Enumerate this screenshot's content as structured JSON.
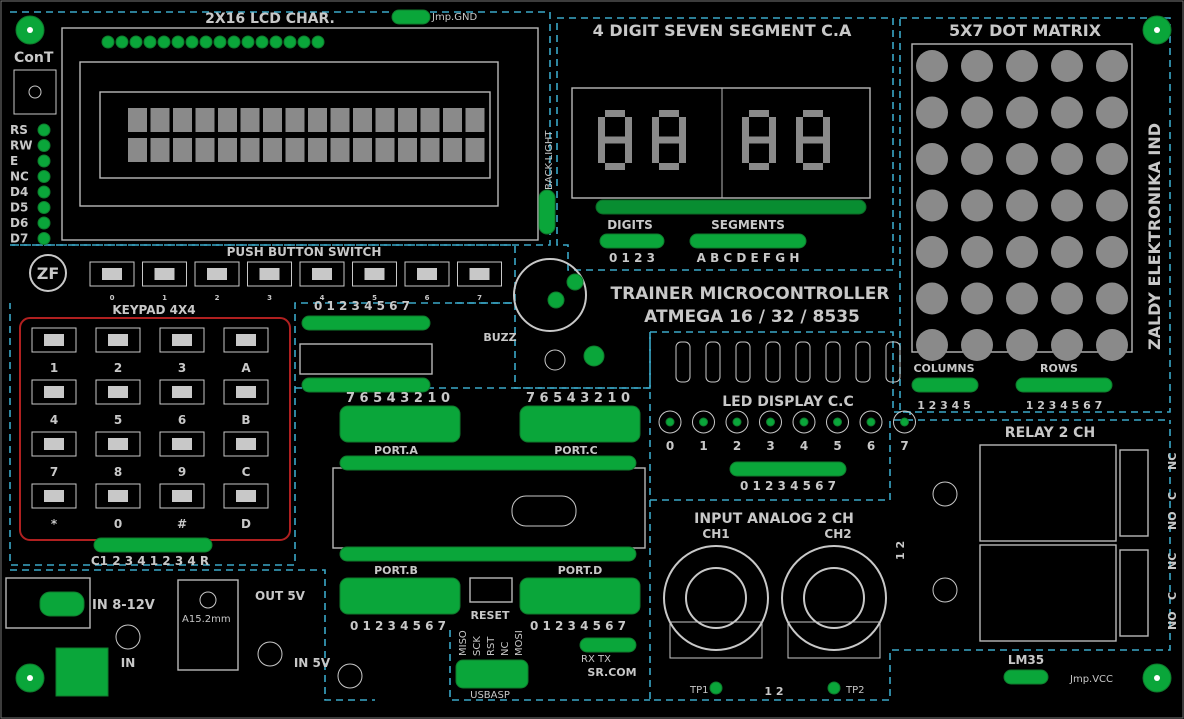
{
  "labels": {
    "lcd_title": "2X16 LCD CHAR.",
    "jmp_gnd": "Jmp.GND",
    "contrast": "ConT",
    "lcd_pins": [
      "RS",
      "RW",
      "E",
      "NC",
      "D4",
      "D5",
      "D6",
      "D7"
    ],
    "backlight": "BACK-LIGHT",
    "seven_seg_title": "4 DIGIT SEVEN SEGMENT C.A",
    "digits_label": "DIGITS",
    "digits_nums": "0 1 2 3",
    "segments_label": "SEGMENTS",
    "segments_letters": "A B C D E F G H",
    "dot_matrix_title": "5X7 DOT MATRIX",
    "brand": "ZALDY ELEKTRONIKA IND",
    "push_button_title": "PUSH BUTTON SWITCH",
    "push_button_nums": [
      "0",
      "1",
      "2",
      "3",
      "4",
      "5",
      "6",
      "7"
    ],
    "trainer_title": "TRAINER MICROCONTROLLER",
    "trainer_sub": "ATMEGA 16 / 32 / 8535",
    "buzz": "BUZZ",
    "keypad_title": "KEYPAD 4X4",
    "keypad_keys": [
      "1",
      "2",
      "3",
      "A",
      "4",
      "5",
      "6",
      "B",
      "7",
      "8",
      "9",
      "C",
      "*",
      "0",
      "#",
      "D"
    ],
    "keypad_pins": "C1 2 3 4 1 2 3 4 R",
    "dip_nums": "0 1 2 3 4 5 6 7",
    "port_a_bits": "7 6 5 4 3 2 1 0",
    "port_c_bits": "7 6 5 4 3 2 1 0",
    "port_a": "PORT.A",
    "port_c": "PORT.C",
    "port_b": "PORT.B",
    "port_d": "PORT.D",
    "port_b_bits": "0 1 2 3 4 5 6 7",
    "port_d_bits": "0 1 2 3 4 5 6 7",
    "reset": "RESET",
    "led_title": "LED DISPLAY C.C",
    "led_nums": [
      "0",
      "1",
      "2",
      "3",
      "4",
      "5",
      "6",
      "7"
    ],
    "led_pins": "0 1 2 3 4 5 6 7",
    "columns": "COLUMNS",
    "columns_nums": "1 2 3 4 5",
    "rows": "ROWS",
    "rows_nums": "1 2 3 4 5 6 7",
    "relay_title": "RELAY 2 CH",
    "relay_no_c_nc": [
      "NO",
      "C",
      "NC"
    ],
    "analog_title": "INPUT ANALOG 2 CH",
    "ch1": "CH1",
    "ch2": "CH2",
    "tp1": "TP1",
    "tp2": "TP2",
    "tp_nums": "1 2",
    "power_in": "IN 8-12V",
    "out_5v": "OUT 5V",
    "in_5v": "IN 5V",
    "in": "IN",
    "reg": "A15.2mm",
    "isp_pins": [
      "MISO",
      "SCK",
      "RST",
      "NC",
      "MOSI"
    ],
    "usbasp": "USBASP",
    "sr_com": "SR.COM",
    "rx_tx": "RX TX",
    "lm35": "LM35",
    "jmp_vcc": "Jmp.VCC",
    "relay_side": "1 2"
  },
  "colors": {
    "board": "#000000",
    "pad": "#0aa63a",
    "silk": "#c8c8c8",
    "zone": "#3aa8c8",
    "trace": "#c03030",
    "keypad_frame": "#b02020"
  }
}
